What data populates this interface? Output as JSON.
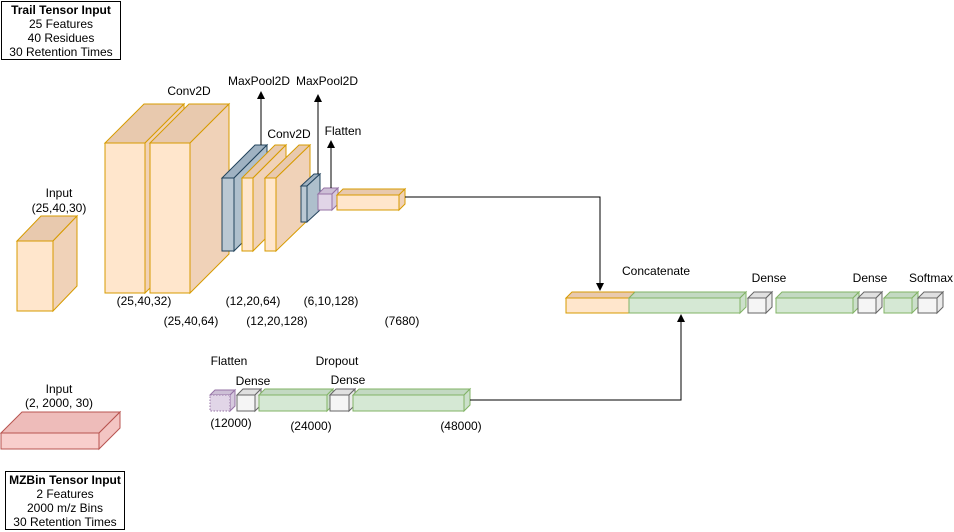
{
  "trail_box": {
    "title": "Trail Tensor Input",
    "lines": [
      "25 Features",
      "40 Residues",
      "30 Retention Times"
    ]
  },
  "mzbin_box": {
    "title": "MZBin Tensor Input",
    "lines": [
      "2 Features",
      "2000 m/z Bins",
      "30 Retention Times"
    ]
  },
  "trail_branch": {
    "input_label": "Input",
    "input_shape": "(25,40,30)",
    "conv1_label": "Conv2D",
    "conv1_shape_a": "(25,40,32)",
    "conv1_shape_b": "(25,40,64)",
    "pool1_label": "MaxPool2D",
    "pool1_shape": "(12,20,64)",
    "conv2_label": "Conv2D",
    "conv2_shape": "(12,20,128)",
    "pool2_label": "MaxPool2D",
    "pool2_shape": "(6,10,128)",
    "flatten_label": "Flatten",
    "flatten_shape": "(7680)"
  },
  "mzbin_branch": {
    "input_label": "Input",
    "input_shape": "(2, 2000, 30)",
    "flatten_label": "Flatten",
    "flatten_shape": "(12000)",
    "dense1_label": "Dense",
    "dense1_shape": "(24000)",
    "dropout_label": "Dropout",
    "dense2_label": "Dense",
    "dense2_shape": "(48000)"
  },
  "head": {
    "concat_label": "Concatenate",
    "dense1_label": "Dense",
    "dense2_label": "Dense",
    "softmax_label": "Softmax"
  },
  "colors": {
    "orange_fill": "#ffe6cc",
    "orange_stroke": "#d79b00",
    "blue_fill": "#bac8d3",
    "blue_stroke": "#23445d",
    "green_fill": "#d5e8d4",
    "green_stroke": "#82b366",
    "red_fill": "#f8cecc",
    "red_stroke": "#b85450",
    "gray_fill": "#f5f5f5",
    "gray_stroke": "#666666",
    "purple_fill": "#e1d5e7",
    "purple_stroke": "#9673a6"
  }
}
